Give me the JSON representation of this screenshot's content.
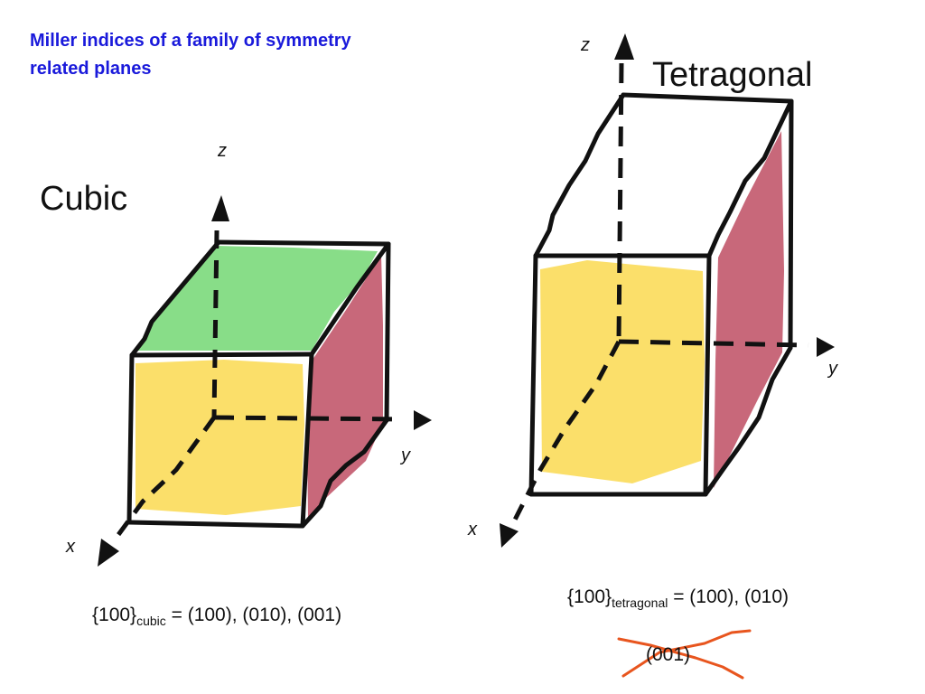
{
  "heading": {
    "line1": "Miller indices of a family of symmetry",
    "line2": "related planes"
  },
  "cubic": {
    "label": "Cubic",
    "axes": {
      "x": "x",
      "y": "y",
      "z": "z"
    },
    "formula": {
      "prefix": "{100}",
      "subscript": "cubic",
      "rest": " = (100), (010), (001)"
    }
  },
  "tetragonal": {
    "label": "Tetragonal",
    "axes": {
      "x": "x",
      "y": "y",
      "z": "z"
    },
    "formula": {
      "prefix": "{100}",
      "subscript": "tetragonal",
      "rest": " = (100), (010)"
    },
    "crossed_out": "(001)"
  },
  "colors": {
    "heading": "#1a1adb",
    "face_100": "#fbdf6a",
    "face_010": "#c8687a",
    "face_001": "#88dd88",
    "cross_mark": "#e8551e"
  }
}
